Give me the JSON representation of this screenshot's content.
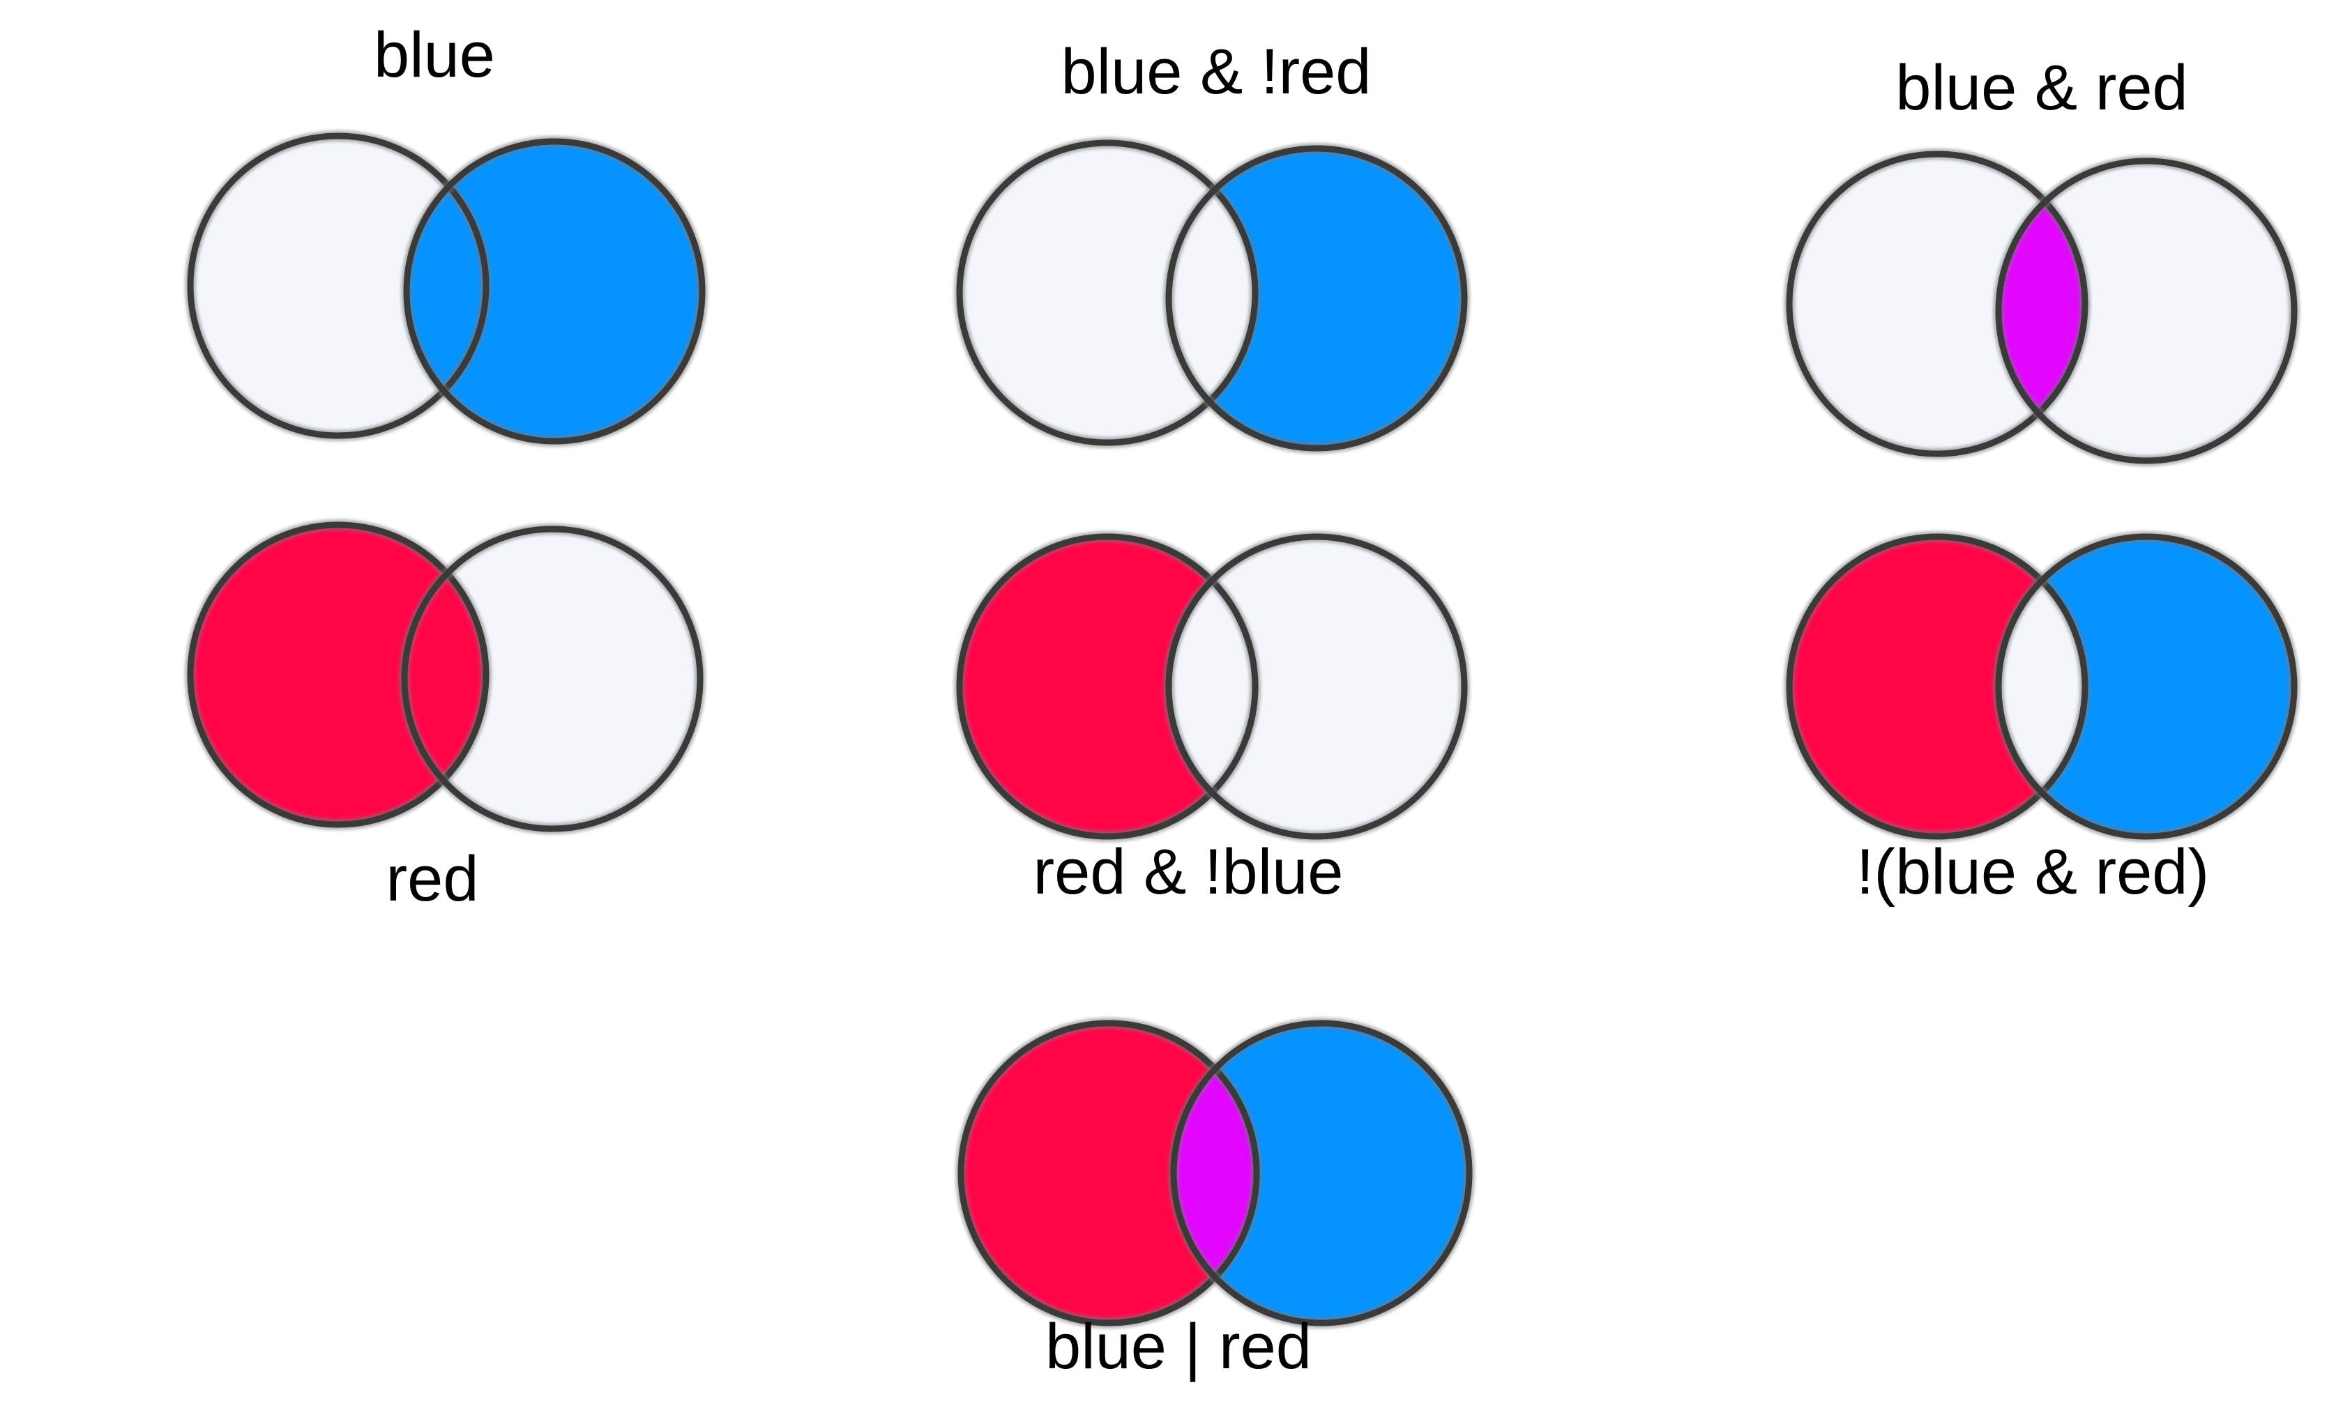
{
  "colors": {
    "blue": "#0593ff",
    "red": "#ff0548",
    "magenta": "#e205ff",
    "empty": "#f3f7fb",
    "outline": "#3a3a3a"
  },
  "diagrams": [
    {
      "label": "blue",
      "left_region": "empty",
      "overlap_region": "blue",
      "right_region": "blue"
    },
    {
      "label": "blue & !red",
      "left_region": "empty",
      "overlap_region": "empty",
      "right_region": "blue"
    },
    {
      "label": "blue & red",
      "left_region": "empty",
      "overlap_region": "magenta",
      "right_region": "empty"
    },
    {
      "label": "red",
      "left_region": "red",
      "overlap_region": "red",
      "right_region": "empty"
    },
    {
      "label": "red & !blue",
      "left_region": "red",
      "overlap_region": "empty",
      "right_region": "empty"
    },
    {
      "label": "!(blue & red)",
      "left_region": "red",
      "overlap_region": "empty",
      "right_region": "blue"
    },
    {
      "label": "blue | red",
      "left_region": "red",
      "overlap_region": "magenta",
      "right_region": "blue"
    }
  ]
}
